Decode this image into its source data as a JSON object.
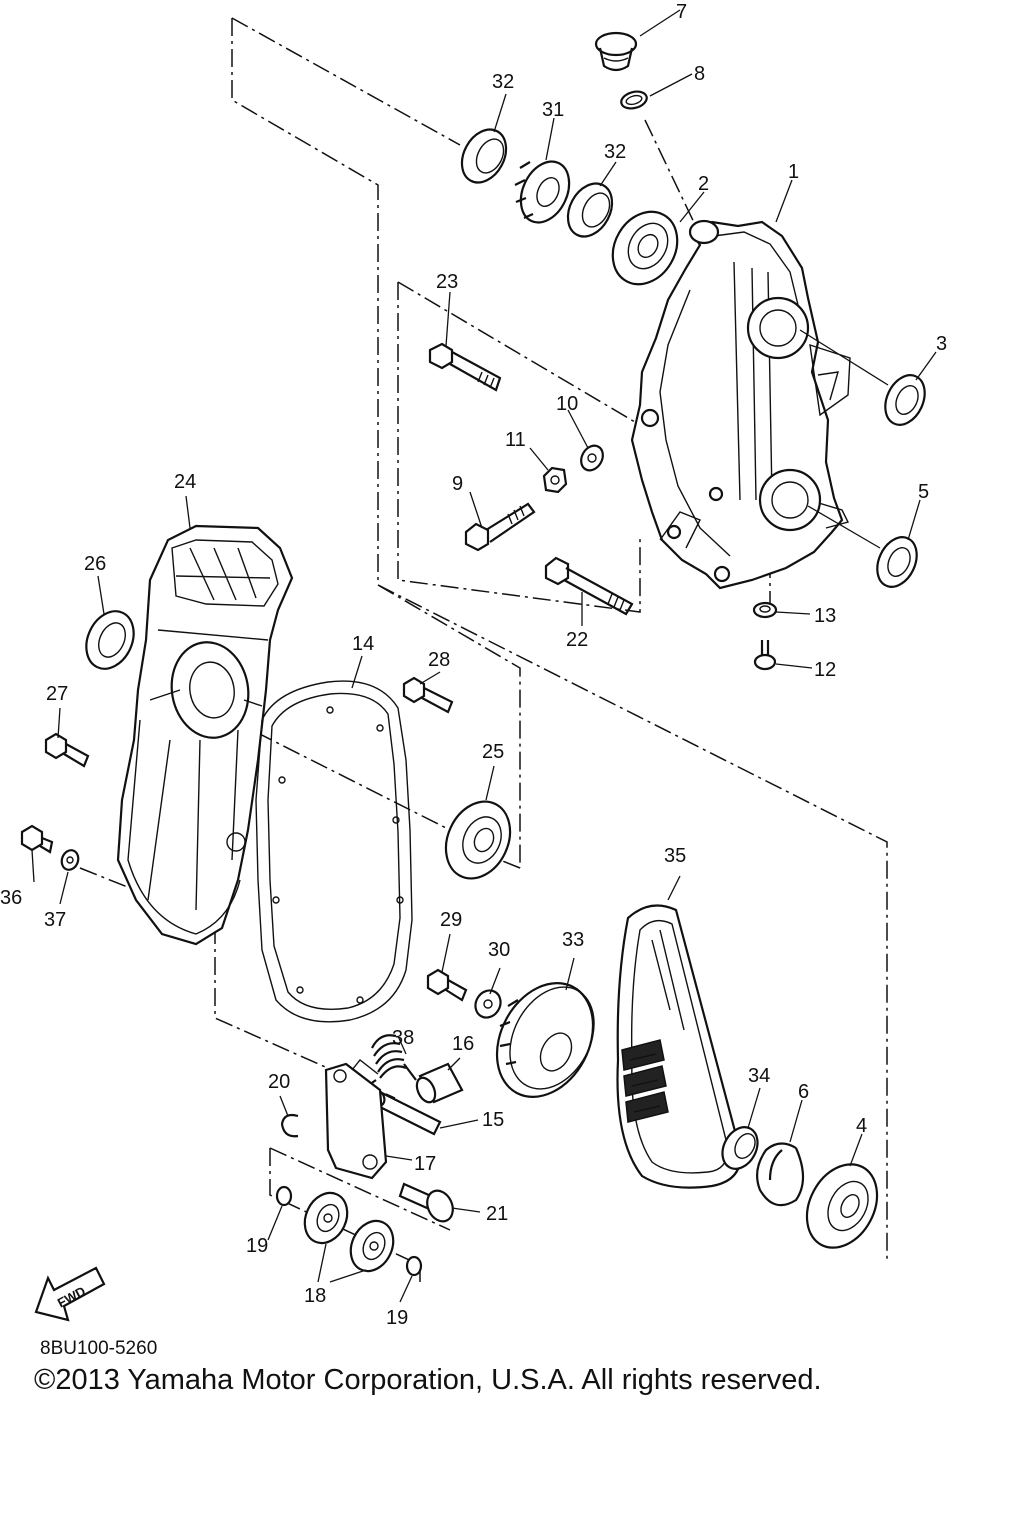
{
  "part_labels": [
    "1",
    "2",
    "3",
    "4",
    "5",
    "6",
    "7",
    "8",
    "9",
    "10",
    "11",
    "12",
    "13",
    "14",
    "15",
    "16",
    "17",
    "18",
    "19",
    "19",
    "20",
    "21",
    "22",
    "23",
    "24",
    "25",
    "26",
    "27",
    "28",
    "29",
    "30",
    "31",
    "32",
    "32",
    "33",
    "34",
    "35",
    "36",
    "37",
    "38"
  ],
  "fwd_label": "FWD",
  "diagram_code": "8BU100-5260",
  "copyright": "©2013 Yamaha Motor Corporation, U.S.A. All rights reserved."
}
